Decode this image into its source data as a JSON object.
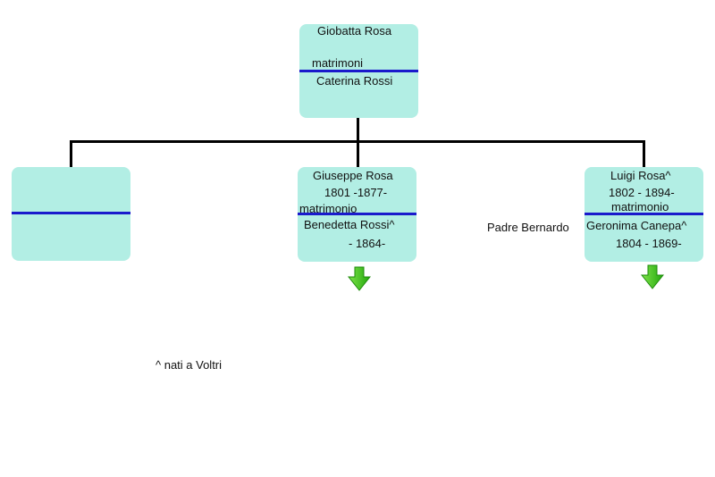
{
  "root": {
    "name": "Giobatta Rosa",
    "marriage_label": "matrimoni",
    "spouse": "Caterina Rossi"
  },
  "children": [
    {
      "name": "",
      "spouse": ""
    },
    {
      "name": "Giuseppe Rosa",
      "dates": "1801 -1877-",
      "marriage_label": "matrimonio",
      "spouse": "Benedetta Rossi^",
      "spouse_dates": "- 1864-"
    },
    {
      "name": "Luigi Rosa^",
      "dates": "1802 - 1894-",
      "marriage_label": "matrimonio",
      "spouse": "Geronima Canepa^",
      "spouse_dates": "1804 - 1869-"
    }
  ],
  "notes": {
    "padre": "Padre Bernardo",
    "footnote": "^ nati a Voltri"
  },
  "colors": {
    "box_fill": "#b2eee4",
    "divider": "#1a1acc",
    "connector": "#000000",
    "arrow": "#33cc11"
  },
  "icons": [
    "down-arrow-icon",
    "down-arrow-icon"
  ]
}
